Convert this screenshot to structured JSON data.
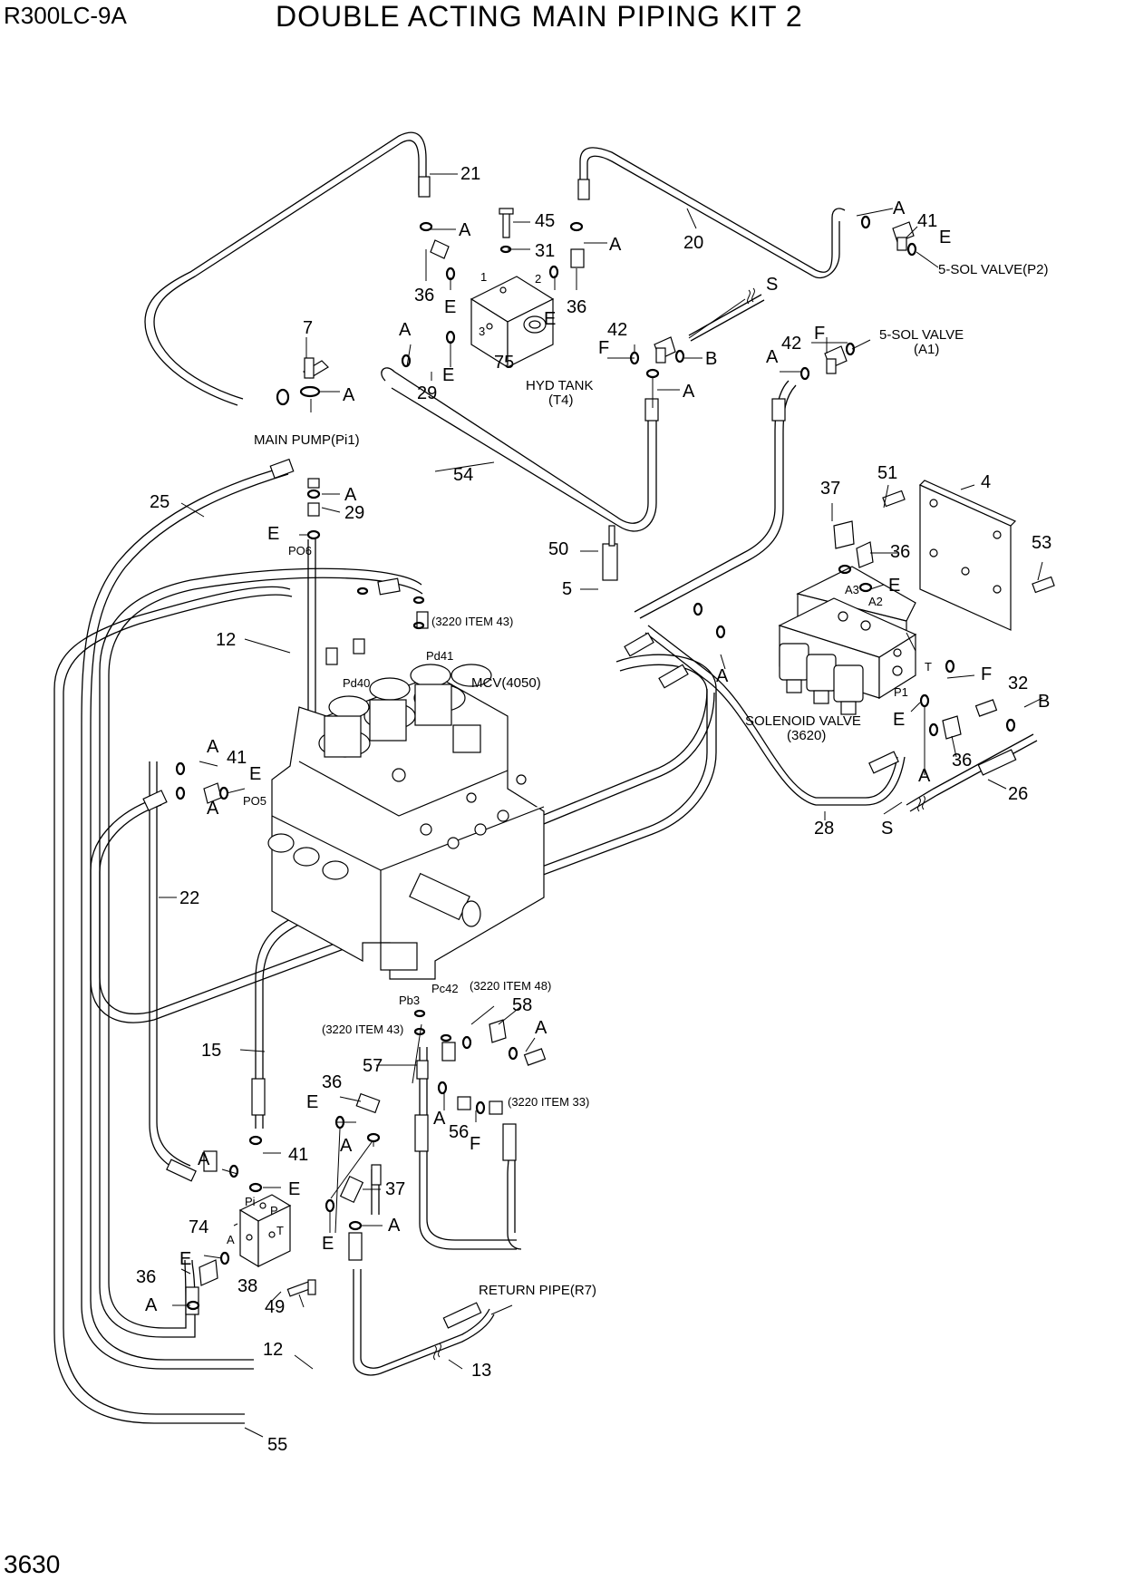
{
  "header": {
    "model": "R300LC-9A",
    "title": "DOUBLE ACTING MAIN PIPING KIT 2",
    "page_number": "3630"
  },
  "notes": {
    "main_pump": "MAIN PUMP(Pi1)",
    "hyd_tank_1": "HYD TANK",
    "hyd_tank_2": "(T4)",
    "sol_p2": "5-SOL VALVE(P2)",
    "sol_a1_1": "5-SOL VALVE",
    "sol_a1_2": "(A1)",
    "mcv": "MCV(4050)",
    "solenoid_1": "SOLENOID VALVE",
    "solenoid_2": "(3620)",
    "item43_top": "(3220 ITEM 43)",
    "item48": "(3220 ITEM 48)",
    "item43_bottom": "(3220 ITEM 43)",
    "item33": "(3220 ITEM 33)",
    "return_pipe": "RETURN PIPE(R7)"
  },
  "ports": {
    "po6": "PO6",
    "po5": "PO5",
    "pd41": "Pd41",
    "pd40": "Pd40",
    "pb3": "Pb3",
    "pc42": "Pc42",
    "a3": "A3",
    "a2": "A2",
    "t": "T",
    "p1": "P1",
    "pi": "Pi",
    "p": "P",
    "a": "A",
    "n1": "1",
    "n2": "2",
    "n3": "3"
  },
  "callouts": [
    {
      "id": "c21",
      "text": "21"
    },
    {
      "id": "cA01",
      "text": "A"
    },
    {
      "id": "c45",
      "text": "45"
    },
    {
      "id": "cA02",
      "text": "A"
    },
    {
      "id": "c31",
      "text": "31"
    },
    {
      "id": "c20",
      "text": "20"
    },
    {
      "id": "cA03",
      "text": "A"
    },
    {
      "id": "c41a",
      "text": "41"
    },
    {
      "id": "cE01",
      "text": "E"
    },
    {
      "id": "c36a",
      "text": "36"
    },
    {
      "id": "cE02",
      "text": "E"
    },
    {
      "id": "c36b",
      "text": "36"
    },
    {
      "id": "cE03",
      "text": "E"
    },
    {
      "id": "cS01",
      "text": "S"
    },
    {
      "id": "c7",
      "text": "7"
    },
    {
      "id": "cA04",
      "text": "A"
    },
    {
      "id": "cA05",
      "text": "A"
    },
    {
      "id": "c29a",
      "text": "29"
    },
    {
      "id": "cE04",
      "text": "E"
    },
    {
      "id": "c75",
      "text": "75"
    },
    {
      "id": "c42a",
      "text": "42"
    },
    {
      "id": "cF01",
      "text": "F"
    },
    {
      "id": "cB01",
      "text": "B"
    },
    {
      "id": "cA06",
      "text": "A"
    },
    {
      "id": "c42b",
      "text": "42"
    },
    {
      "id": "cF02",
      "text": "F"
    },
    {
      "id": "cA07",
      "text": "A"
    },
    {
      "id": "c54",
      "text": "54"
    },
    {
      "id": "c25",
      "text": "25"
    },
    {
      "id": "cA08",
      "text": "A"
    },
    {
      "id": "c29b",
      "text": "29"
    },
    {
      "id": "cE05",
      "text": "E"
    },
    {
      "id": "c51",
      "text": "51"
    },
    {
      "id": "c4",
      "text": "4"
    },
    {
      "id": "c37a",
      "text": "37"
    },
    {
      "id": "c36c",
      "text": "36"
    },
    {
      "id": "c53",
      "text": "53"
    },
    {
      "id": "c50",
      "text": "50"
    },
    {
      "id": "c5",
      "text": "5"
    },
    {
      "id": "cE06",
      "text": "E"
    },
    {
      "id": "c12a",
      "text": "12"
    },
    {
      "id": "cA09",
      "text": "A"
    },
    {
      "id": "cF03",
      "text": "F"
    },
    {
      "id": "c32",
      "text": "32"
    },
    {
      "id": "cB02",
      "text": "B"
    },
    {
      "id": "cE07",
      "text": "E"
    },
    {
      "id": "c36d",
      "text": "36"
    },
    {
      "id": "cA10",
      "text": "A"
    },
    {
      "id": "c26",
      "text": "26"
    },
    {
      "id": "c28",
      "text": "28"
    },
    {
      "id": "cS02",
      "text": "S"
    },
    {
      "id": "cA11",
      "text": "A"
    },
    {
      "id": "c41b",
      "text": "41"
    },
    {
      "id": "cE08",
      "text": "E"
    },
    {
      "id": "cA12",
      "text": "A"
    },
    {
      "id": "c22",
      "text": "22"
    },
    {
      "id": "c58",
      "text": "58"
    },
    {
      "id": "cA13",
      "text": "A"
    },
    {
      "id": "c15",
      "text": "15"
    },
    {
      "id": "c57",
      "text": "57"
    },
    {
      "id": "c36e",
      "text": "36"
    },
    {
      "id": "cE09",
      "text": "E"
    },
    {
      "id": "cA14",
      "text": "A"
    },
    {
      "id": "c56",
      "text": "56"
    },
    {
      "id": "cF04",
      "text": "F"
    },
    {
      "id": "cA15",
      "text": "A"
    },
    {
      "id": "cA16",
      "text": "A"
    },
    {
      "id": "c41c",
      "text": "41"
    },
    {
      "id": "cE10",
      "text": "E"
    },
    {
      "id": "c37b",
      "text": "37"
    },
    {
      "id": "c74",
      "text": "74"
    },
    {
      "id": "cA17",
      "text": "A"
    },
    {
      "id": "cE11",
      "text": "E"
    },
    {
      "id": "cE12",
      "text": "E"
    },
    {
      "id": "c36f",
      "text": "36"
    },
    {
      "id": "c38",
      "text": "38"
    },
    {
      "id": "c49",
      "text": "49"
    },
    {
      "id": "cA18",
      "text": "A"
    },
    {
      "id": "c12b",
      "text": "12"
    },
    {
      "id": "c13",
      "text": "13"
    },
    {
      "id": "c55",
      "text": "55"
    }
  ]
}
